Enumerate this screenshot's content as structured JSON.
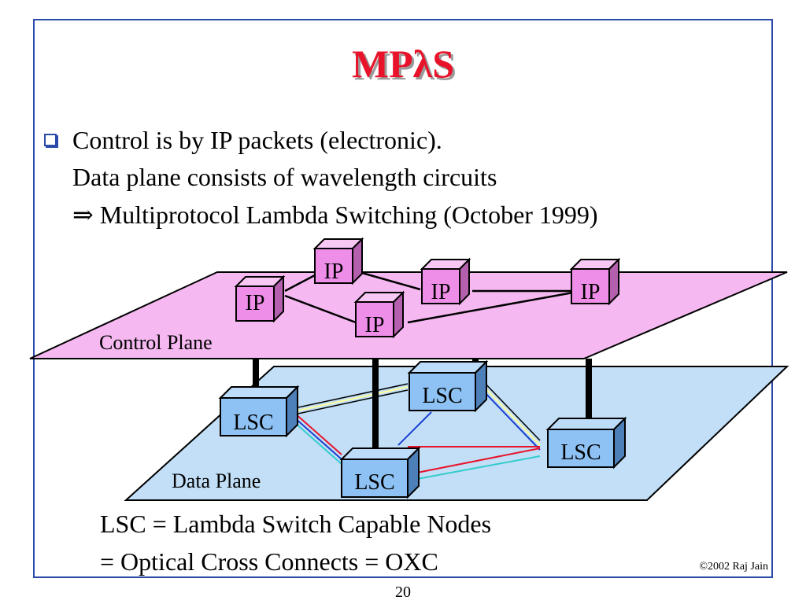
{
  "slide": {
    "title": "MPλS",
    "bullet_lines": [
      "Control is by IP packets (electronic).",
      "Data plane consists of wavelength circuits",
      "⇒ Multiprotocol Lambda Switching (October 1999)"
    ],
    "definition_lines": [
      "LSC = Lambda Switch Capable Nodes",
      "= Optical Cross Connects = OXC"
    ],
    "copyright": "©2002 Raj Jain",
    "page_number": "20"
  },
  "diagram": {
    "control_plane_label": "Control Plane",
    "data_plane_label": "Data Plane",
    "ip_nodes": [
      "IP",
      "IP",
      "IP",
      "IP",
      "IP"
    ],
    "lsc_nodes": [
      "LSC",
      "LSC",
      "LSC",
      "LSC"
    ],
    "colors": {
      "control_plane": "#f5b8f0",
      "data_plane": "#c2dff7",
      "ip_node": "#ee8ee8",
      "lsc_node": "#8ec2f4",
      "title": "#e8132a",
      "frame": "#2a4aa8"
    }
  }
}
